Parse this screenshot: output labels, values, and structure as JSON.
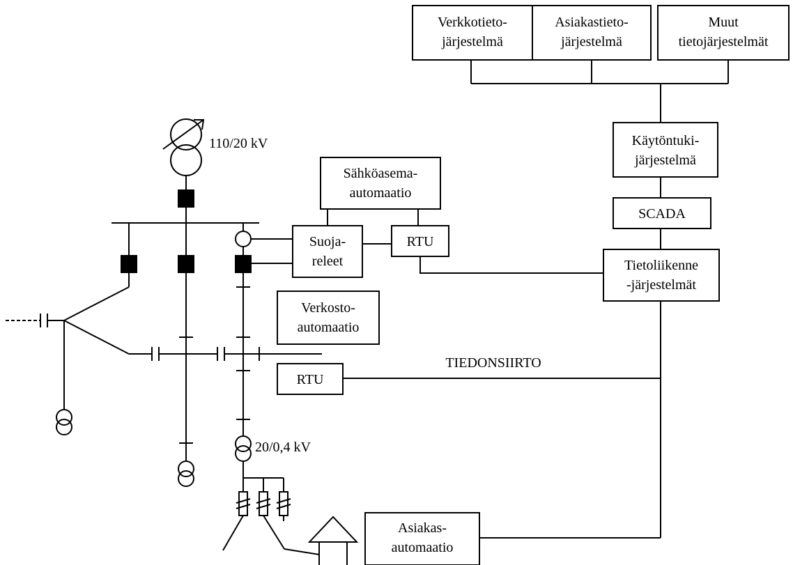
{
  "systems": {
    "network_info": [
      "Verkkotieto-",
      "järjestelmä"
    ],
    "customer_info": [
      "Asiakastieto-",
      "järjestelmä"
    ],
    "other_info": [
      "Muut",
      "tietojärjestelmät"
    ],
    "operation_support": [
      "Käytöntuki-",
      "järjestelmä"
    ],
    "scada": "SCADA",
    "telecom": [
      "Tietoliikenne",
      "-järjestelmät"
    ],
    "substation_automation": [
      "Sähköasema-",
      "automaatio"
    ],
    "protection_relays": [
      "Suoja-",
      "releet"
    ],
    "rtu_substation": "RTU",
    "network_automation": [
      "Verkosto-",
      "automaatio"
    ],
    "rtu_field": "RTU",
    "customer_automation": [
      "Asiakas-",
      "automaatio"
    ]
  },
  "labels": {
    "transformer_main": "110/20 kV",
    "transformer_distribution": "20/0,4 kV",
    "data_transfer": "TIEDONSIIRTO"
  }
}
